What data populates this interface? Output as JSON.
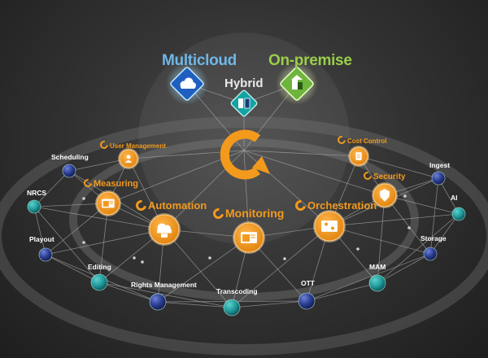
{
  "clouds": {
    "multicloud": {
      "label": "Multicloud",
      "color": "#6fb7e8",
      "icon": "cloud-icon"
    },
    "hybrid": {
      "label": "Hybrid",
      "color": "#eaeaea",
      "icon": "hybrid-icon"
    },
    "onpremise": {
      "label": "On-premise",
      "color": "#9acd4a",
      "icon": "building-icon"
    }
  },
  "features": [
    {
      "key": "user-management",
      "label": "User Management",
      "icon": "user-icon",
      "size": "small"
    },
    {
      "key": "measuring",
      "label": "Measuring",
      "icon": "measuring-icon",
      "size": "medium"
    },
    {
      "key": "automation",
      "label": "Automation",
      "icon": "automation-icon",
      "size": "large"
    },
    {
      "key": "monitoring",
      "label": "Monitoring",
      "icon": "monitoring-icon",
      "size": "large"
    },
    {
      "key": "orchestration",
      "label": "Orchestration",
      "icon": "orchestration-icon",
      "size": "large"
    },
    {
      "key": "security",
      "label": "Security",
      "icon": "shield-icon",
      "size": "medium"
    },
    {
      "key": "cost-control",
      "label": "Cost Control",
      "icon": "document-icon",
      "size": "small"
    }
  ],
  "ring": [
    {
      "key": "scheduling",
      "label": "Scheduling"
    },
    {
      "key": "nrcs",
      "label": "NRCS"
    },
    {
      "key": "playout",
      "label": "Playout"
    },
    {
      "key": "editing",
      "label": "Editing"
    },
    {
      "key": "rights-management",
      "label": "Rights Management"
    },
    {
      "key": "transcoding",
      "label": "Transcoding"
    },
    {
      "key": "ott",
      "label": "OTT"
    },
    {
      "key": "mam",
      "label": "MAM"
    },
    {
      "key": "storage",
      "label": "Storage"
    },
    {
      "key": "ai",
      "label": "AI"
    },
    {
      "key": "ingest",
      "label": "Ingest"
    }
  ],
  "colors": {
    "accent": "#f39a1c",
    "teal": "#1f9a9a",
    "navy": "#2a3c8f",
    "line": "#9a9a9a"
  }
}
